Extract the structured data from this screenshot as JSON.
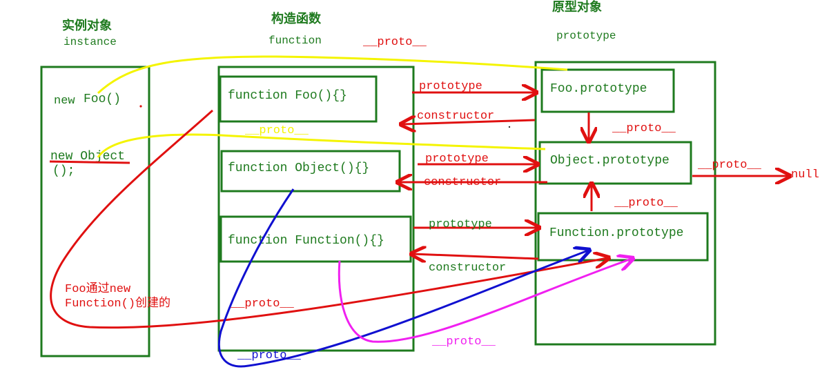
{
  "headers": {
    "instance_cn": "实例对象",
    "instance_en": "instance",
    "function_cn": "构造函数",
    "function_en": "function",
    "prototype_cn": "原型对象",
    "prototype_en": "prototype"
  },
  "instances": {
    "new_foo_kw": "new",
    "new_foo_call": "Foo()",
    "new_object_1": "new Object",
    "new_object_2": "();"
  },
  "constructors": {
    "foo": "function Foo(){}",
    "object": "function Object(){}",
    "function": "function Function(){}"
  },
  "prototypes": {
    "foo": "Foo.prototype",
    "object": "Object.prototype",
    "function": "Function.prototype"
  },
  "edge_labels": {
    "proto": "__proto__",
    "prototype": "prototype",
    "constructor": "constructor",
    "null": "null"
  },
  "note": {
    "line1": "Foo通过new",
    "line2": "Function()创建的"
  },
  "colors": {
    "box": "#1e7a1e",
    "text_green": "#1e7a1e",
    "red": "#e01010",
    "yellow": "#f4f400",
    "blue": "#1010d0",
    "magenta": "#f020f0"
  }
}
